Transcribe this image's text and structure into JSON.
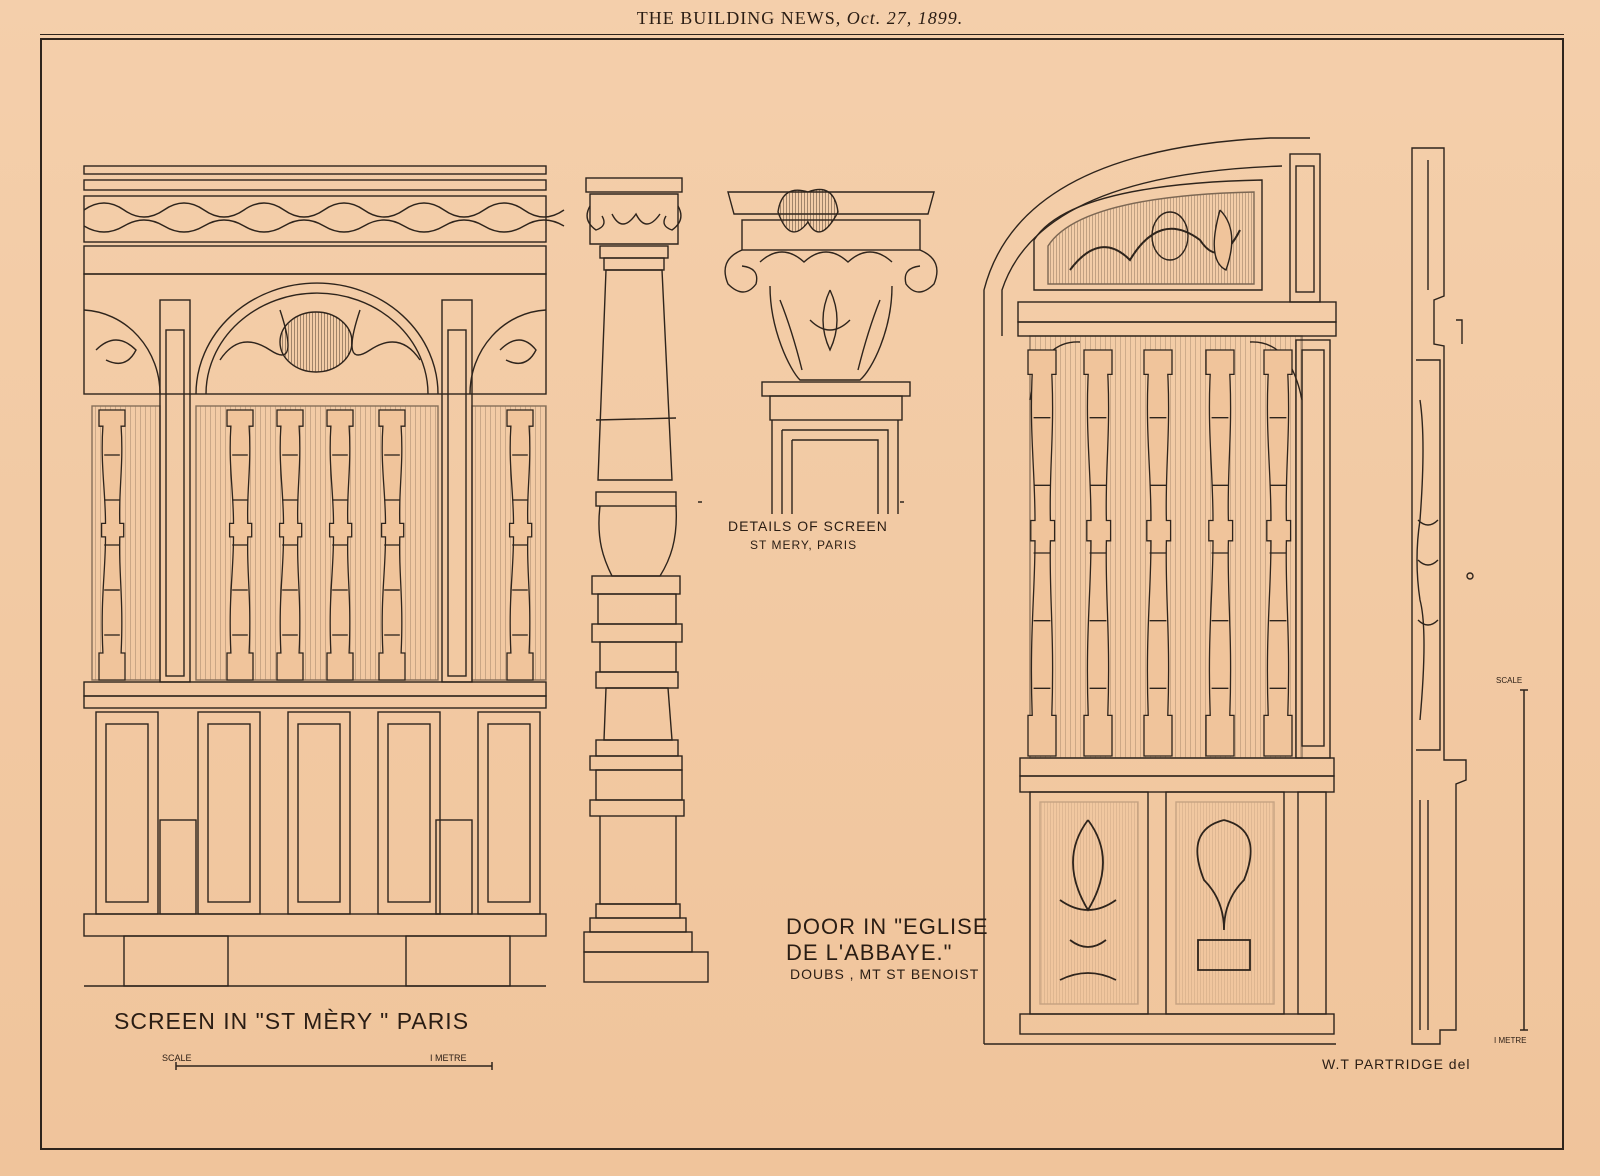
{
  "header": {
    "publication": "THE BUILDING NEWS",
    "date": "Oct. 27, 1899."
  },
  "captions": {
    "screen": "SCREEN IN \"ST MÈRY \" PARIS",
    "details_line1": "DETAILS OF SCREEN",
    "details_line2": "ST MERY, PARIS",
    "door_line1": "DOOR IN \"EGLISE",
    "door_line2": "DE L'ABBAYE.\"",
    "door_line3": "DOUBS , MT ST BENOIST",
    "artist": "W.T PARTRIDGE del"
  },
  "scales": {
    "screen_label": "SCALE",
    "screen_unit": "I METRE",
    "door_label": "SCALE",
    "door_unit": "I METRE"
  },
  "colors": {
    "paper": "#f2c9a2",
    "ink": "#2e241c"
  }
}
